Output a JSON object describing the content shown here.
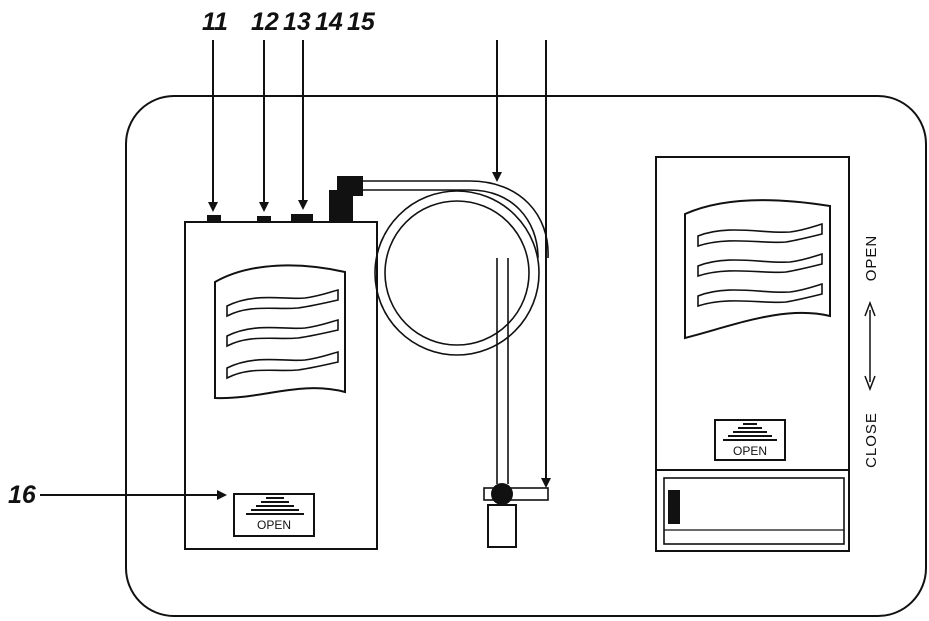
{
  "callouts": {
    "c11": "11",
    "c12": "12",
    "c13": "13",
    "c14": "14",
    "c15": "15",
    "c16": "16"
  },
  "transmitter": {
    "open_label": "OPEN"
  },
  "receiver": {
    "open_label": "OPEN",
    "side_open": "OPEN",
    "side_close": "CLOSE"
  },
  "colors": {
    "ink": "#111111",
    "paper": "#ffffff"
  }
}
